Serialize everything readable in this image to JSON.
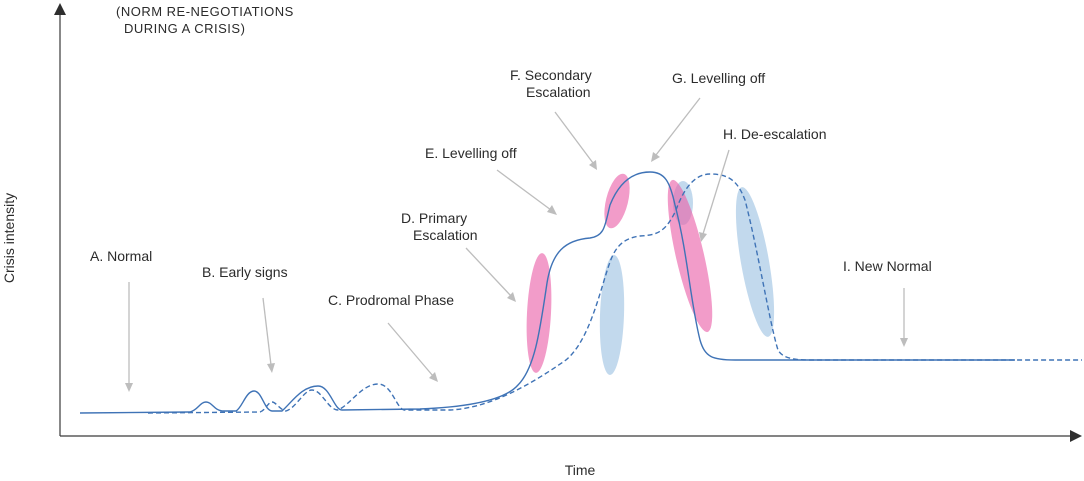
{
  "title": {
    "line1": "(NORM RE-NEGOTIATIONS",
    "line2": "DURING A CRISIS)"
  },
  "axes": {
    "x_label": "Time",
    "y_label": "Crisis intensity"
  },
  "phases": [
    {
      "id": "a",
      "lines": [
        "A. Normal"
      ]
    },
    {
      "id": "b",
      "lines": [
        "B. Early signs"
      ]
    },
    {
      "id": "c",
      "lines": [
        "C. Prodromal Phase"
      ]
    },
    {
      "id": "d",
      "lines": [
        "D. Primary",
        "Escalation"
      ]
    },
    {
      "id": "e",
      "lines": [
        "E. Levelling off"
      ]
    },
    {
      "id": "f",
      "lines": [
        "F. Secondary",
        "Escalation"
      ]
    },
    {
      "id": "g",
      "lines": [
        "G. Levelling off"
      ]
    },
    {
      "id": "h",
      "lines": [
        "H. De-escalation"
      ]
    },
    {
      "id": "i",
      "lines": [
        "I. New Normal"
      ]
    }
  ],
  "colors": {
    "curve": "#3f73b6",
    "pink_highlight": "#ea5fa8",
    "blue_highlight": "#86b4dc",
    "pointer": "#bdbdbd"
  }
}
